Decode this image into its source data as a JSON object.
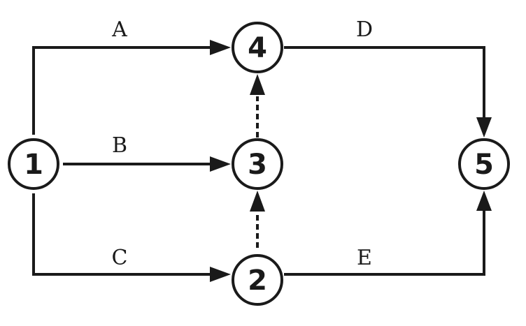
{
  "diagram": {
    "type": "activity-on-arrow network",
    "colors": {
      "stroke": "#1a1a1a",
      "background": "#ffffff"
    },
    "nodes": [
      {
        "id": "1",
        "label": "1"
      },
      {
        "id": "2",
        "label": "2"
      },
      {
        "id": "3",
        "label": "3"
      },
      {
        "id": "4",
        "label": "4"
      },
      {
        "id": "5",
        "label": "5"
      }
    ],
    "activities": [
      {
        "label": "A",
        "from": "1",
        "to": "4",
        "style": "solid"
      },
      {
        "label": "B",
        "from": "1",
        "to": "3",
        "style": "solid"
      },
      {
        "label": "C",
        "from": "1",
        "to": "2",
        "style": "solid"
      },
      {
        "label": "D",
        "from": "4",
        "to": "5",
        "style": "solid"
      },
      {
        "label": "E",
        "from": "2",
        "to": "5",
        "style": "solid"
      }
    ],
    "dummy_activities": [
      {
        "from": "3",
        "to": "4",
        "style": "dashed"
      },
      {
        "from": "2",
        "to": "3",
        "style": "dashed"
      }
    ]
  }
}
